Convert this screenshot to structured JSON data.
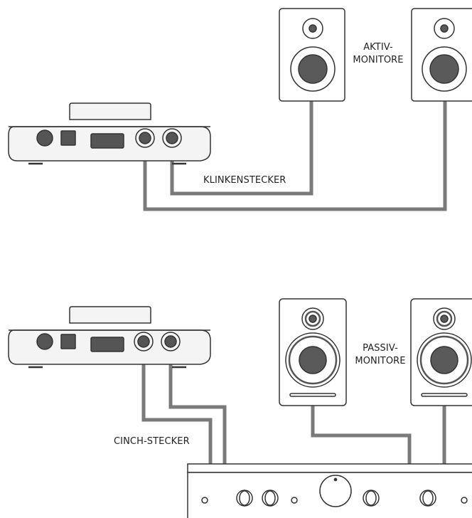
{
  "labels": {
    "active_monitors": [
      "AKTIV-",
      "MONITORE"
    ],
    "jack_cable": "KLINKENSTECKER",
    "passive_monitors": [
      "PASSIV-",
      "MONITORE"
    ],
    "rca_cable": "CINCH-STECKER"
  },
  "colors": {
    "outline": "#333333",
    "cable": "#7a7a7a",
    "device_fill": "#f4f4f4",
    "woofer": "#5a5a5a"
  }
}
